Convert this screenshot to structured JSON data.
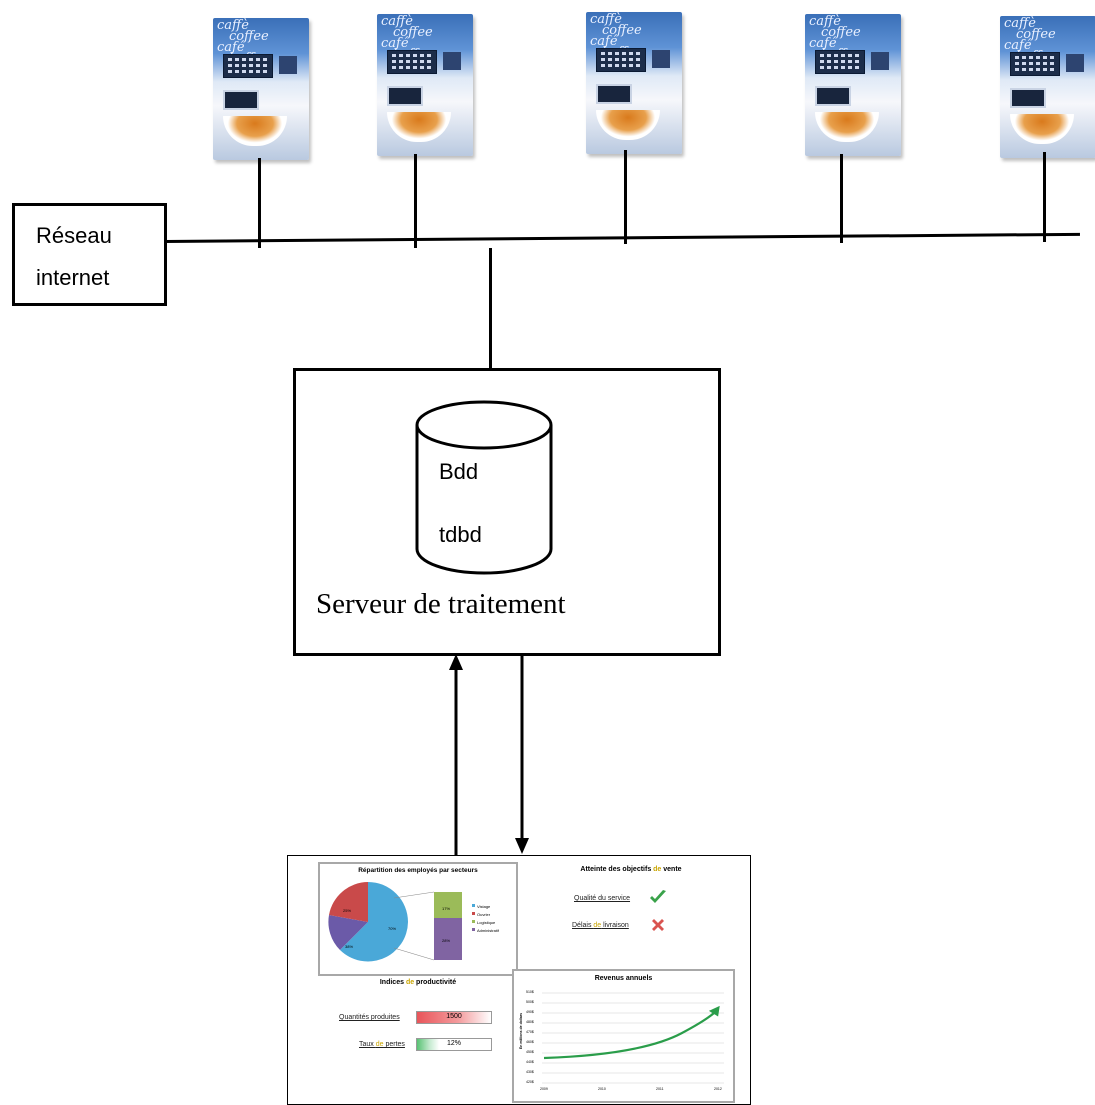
{
  "network_box": {
    "line1": "Réseau",
    "line2": "internet"
  },
  "machines": [
    {
      "brand": [
        "caffè",
        "coffee",
        "café",
        "kaffee"
      ]
    },
    {
      "brand": [
        "caffè",
        "coffee",
        "café",
        "kaffee"
      ]
    },
    {
      "brand": [
        "caffè",
        "coffee",
        "café",
        "kaffee"
      ]
    },
    {
      "brand": [
        "caffè",
        "coffee",
        "café",
        "kaffee"
      ]
    },
    {
      "brand": [
        "caffè",
        "coffee",
        "café",
        "kaffee"
      ]
    }
  ],
  "server": {
    "db_line1": "Bdd",
    "db_line2": "tdbd",
    "caption": "Serveur de traitement"
  },
  "dashboard": {
    "pie_title": "Répartition des employés par secteurs",
    "pie_legend": [
      "Vistage",
      "Ouvrier",
      "Logistique",
      "Administratif"
    ],
    "pie_labels": [
      "25%",
      "38%",
      "70%"
    ],
    "bar_labels": [
      "17%",
      "28%"
    ],
    "objectives_title_pre": "Atteinte des objectifs ",
    "objectives_title_de": "de",
    "objectives_title_post": " vente",
    "objective_1": "Qualité du service",
    "objective_2_pre": "Délais ",
    "objective_2_de": "de",
    "objective_2_post": " livraison",
    "productivity_title_pre": "Indices ",
    "productivity_title_de": "de",
    "productivity_title_post": " productivité",
    "qty_label": "Quantités produites",
    "qty_value": "1500",
    "loss_label_pre": "Taux ",
    "loss_label_de": "de",
    "loss_label_post": " pertes",
    "loss_value": "12%",
    "revenue_title": "Revenus annuels",
    "revenue_ylabel": "En millions de dollars",
    "revenue_yticks": [
      "510$",
      "500$",
      "490$",
      "480$",
      "470$",
      "460$",
      "450$",
      "440$",
      "430$",
      "420$"
    ],
    "revenue_xticks": [
      "2009",
      "2010",
      "2011",
      "2012"
    ]
  },
  "colors": {
    "accent_green": "#2a9d4a",
    "accent_red": "#d9534f",
    "de_highlight": "#c9a500"
  }
}
